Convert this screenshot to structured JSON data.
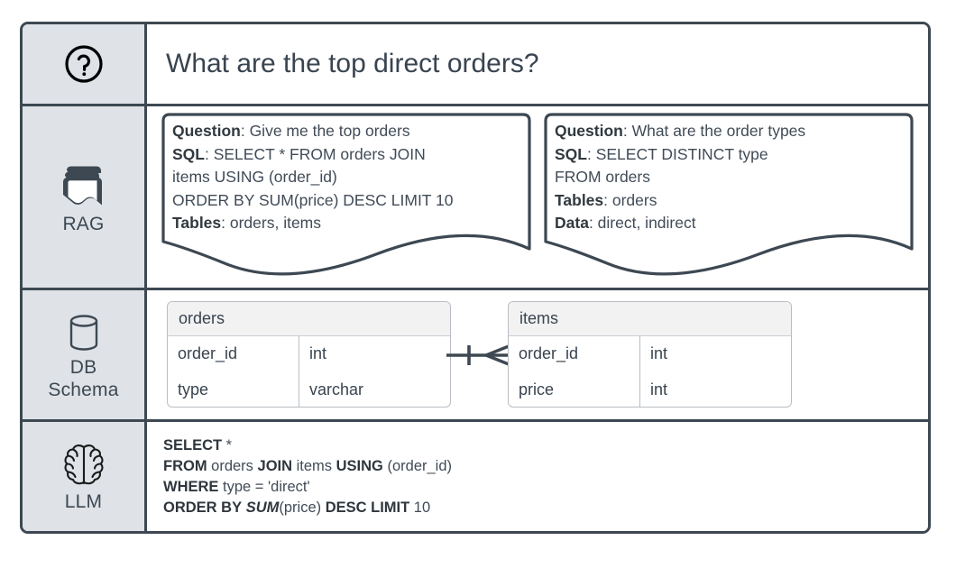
{
  "theme": {
    "frame_border": "#3d4852",
    "label_bg": "#dfe3e8",
    "text": "#394450",
    "table_header_bg": "#f2f2f2",
    "page_bg": "#ffffff"
  },
  "rows": {
    "question": {
      "icon": "question-mark-circle-icon",
      "title": "What are the top direct orders?"
    },
    "rag": {
      "icon": "books-stack-icon",
      "label": "RAG",
      "cards": [
        {
          "lines": [
            {
              "key": "Question",
              "value": ": Give me the top orders"
            },
            {
              "key": "SQL",
              "value": ": SELECT * FROM orders JOIN"
            },
            {
              "key": "",
              "value": "items USING (order_id)"
            },
            {
              "key": "",
              "value": "ORDER BY SUM(price) DESC LIMIT 10"
            },
            {
              "key": "Tables",
              "value": ": orders, items"
            }
          ]
        },
        {
          "lines": [
            {
              "key": "Question",
              "value": ": What are the order types"
            },
            {
              "key": "SQL",
              "value": ": SELECT DISTINCT type"
            },
            {
              "key": "",
              "value": "FROM orders"
            },
            {
              "key": "Tables",
              "value": ": orders"
            },
            {
              "key": "Data",
              "value": ": direct, indirect"
            }
          ]
        }
      ]
    },
    "db_schema": {
      "icon": "database-cylinder-icon",
      "label_line1": "DB",
      "label_line2": "Schema",
      "tables": [
        {
          "name": "orders",
          "columns": [
            {
              "name": "order_id",
              "type": "int"
            },
            {
              "name": "type",
              "type": "varchar"
            }
          ]
        },
        {
          "name": "items",
          "columns": [
            {
              "name": "order_id",
              "type": "int"
            },
            {
              "name": "price",
              "type": "int"
            }
          ]
        }
      ],
      "relationship": "one-to-many-crowsfoot"
    },
    "llm": {
      "icon": "brain-icon",
      "label": "LLM",
      "sql_lines": [
        [
          {
            "t": "SELECT",
            "s": "b"
          },
          {
            "t": " *",
            "s": "n"
          }
        ],
        [
          {
            "t": "FROM",
            "s": "b"
          },
          {
            "t": " orders ",
            "s": "n"
          },
          {
            "t": "JOIN",
            "s": "b"
          },
          {
            "t": " items ",
            "s": "n"
          },
          {
            "t": "USING",
            "s": "b"
          },
          {
            "t": " (order_id)",
            "s": "n"
          }
        ],
        [
          {
            "t": "WHERE",
            "s": "b"
          },
          {
            "t": " type = 'direct'",
            "s": "n"
          }
        ],
        [
          {
            "t": "ORDER BY",
            "s": "b"
          },
          {
            "t": " ",
            "s": "n"
          },
          {
            "t": "SUM",
            "s": "i"
          },
          {
            "t": "(price) ",
            "s": "n"
          },
          {
            "t": "DESC LIMIT",
            "s": "b"
          },
          {
            "t": " 10",
            "s": "n"
          }
        ]
      ]
    }
  }
}
